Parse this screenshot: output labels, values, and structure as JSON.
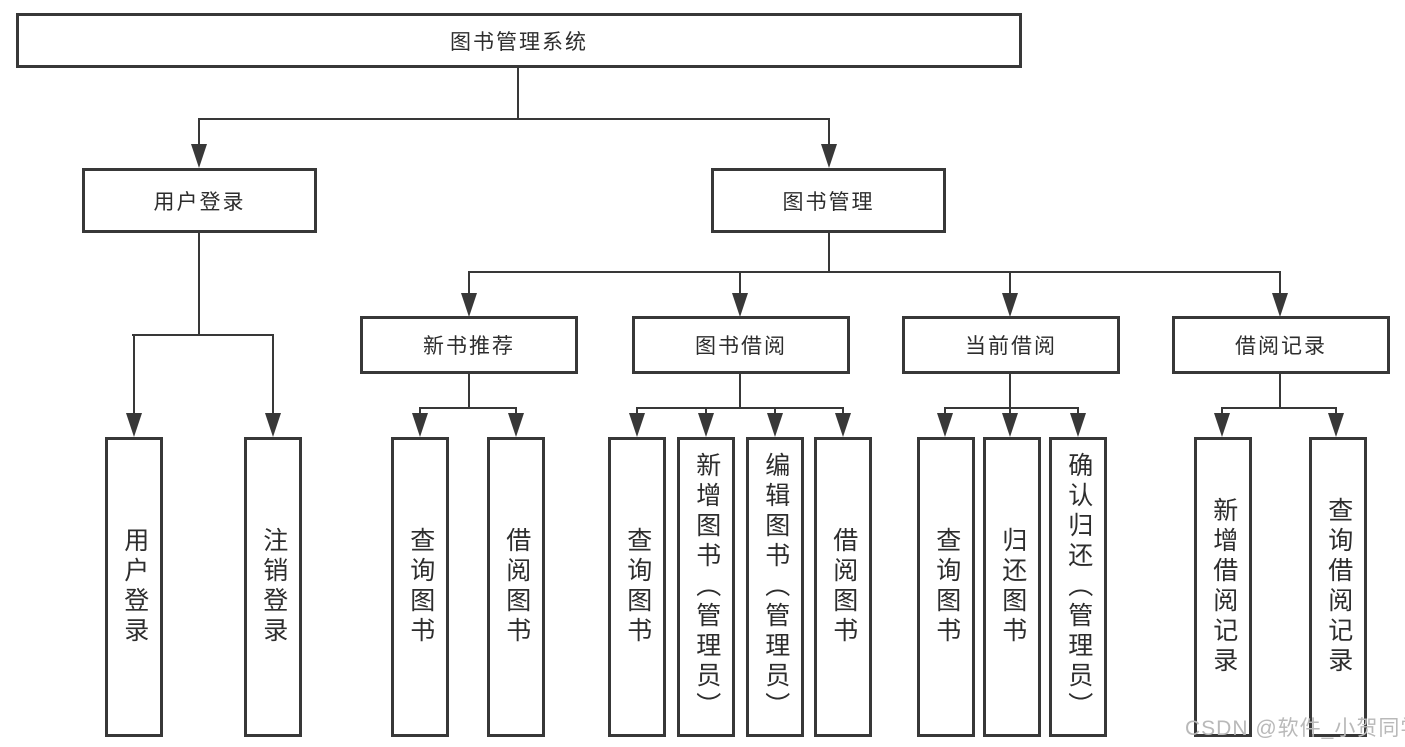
{
  "colors": {
    "line": "#383838",
    "text": "#2d2d2d",
    "watermark": "#b9b9b9",
    "background": "#ffffff"
  },
  "watermark": {
    "text": "CSDN @软件_小贺同学"
  },
  "tree": {
    "label": "图书管理系统",
    "children": [
      {
        "label": "用户登录",
        "children": [
          {
            "label": "用户登录"
          },
          {
            "label": "注销登录"
          }
        ]
      },
      {
        "label": "图书管理",
        "children": [
          {
            "label": "新书推荐",
            "children": [
              {
                "label": "查询图书"
              },
              {
                "label": "借阅图书"
              }
            ]
          },
          {
            "label": "图书借阅",
            "children": [
              {
                "label": "查询图书"
              },
              {
                "label": "新增图书（管理员）"
              },
              {
                "label": "编辑图书（管理员）"
              },
              {
                "label": "借阅图书"
              }
            ]
          },
          {
            "label": "当前借阅",
            "children": [
              {
                "label": "查询图书"
              },
              {
                "label": "归还图书"
              },
              {
                "label": "确认归还（管理员）"
              }
            ]
          },
          {
            "label": "借阅记录",
            "children": [
              {
                "label": "新增借阅记录"
              },
              {
                "label": "查询借阅记录"
              }
            ]
          }
        ]
      }
    ]
  }
}
